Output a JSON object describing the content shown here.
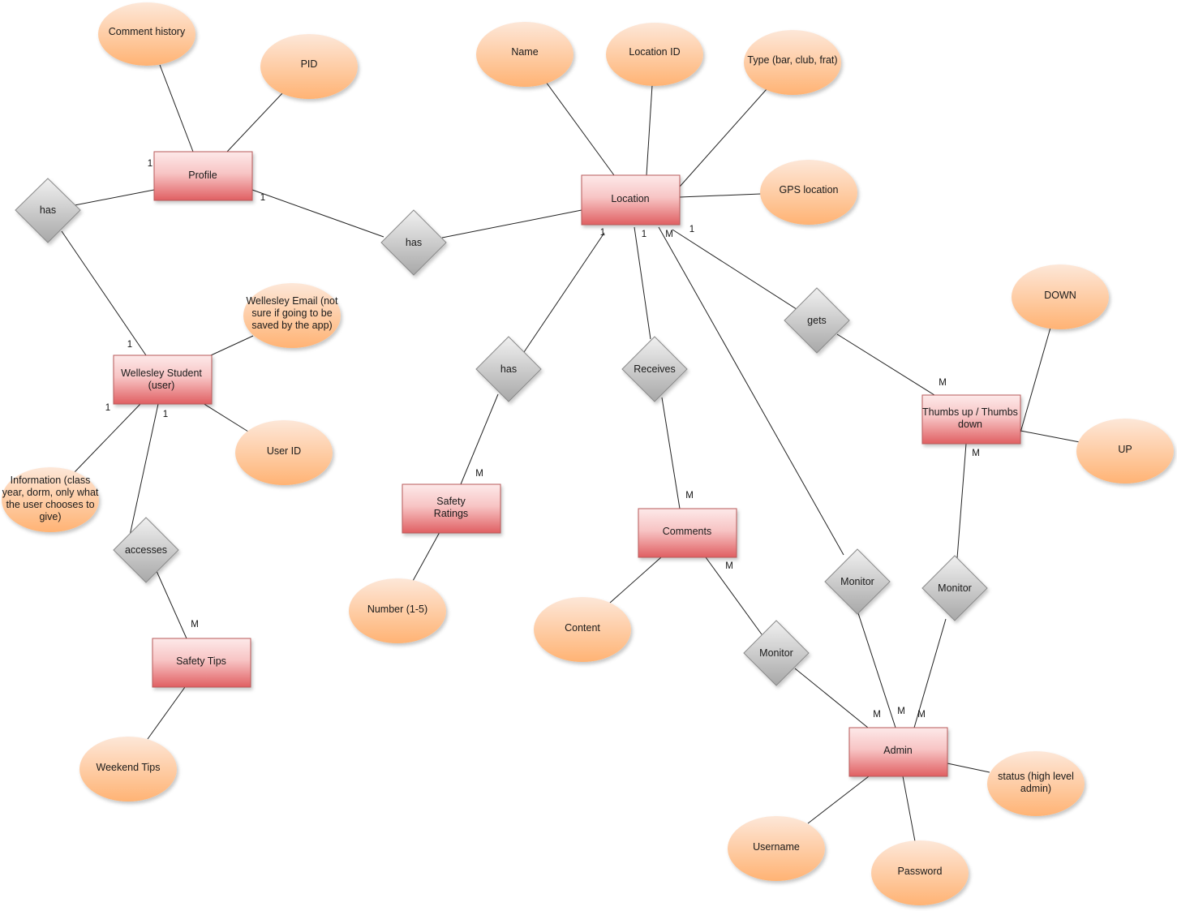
{
  "colors": {
    "entity_top": "#fde9e9",
    "entity_bottom": "#e05f62",
    "attribute_top": "#fde7d8",
    "attribute_bottom": "#ffb374",
    "relationship_top": "#f0f0f0",
    "relationship_bottom": "#a8a8a8",
    "line": "#222222"
  },
  "entities": {
    "profile": "Profile",
    "location": "Location",
    "student": [
      "Wellesley Student",
      "(user)"
    ],
    "safety_ratings": [
      "Safety",
      "Ratings"
    ],
    "comments": "Comments",
    "thumbs": [
      "Thumbs up / Thumbs",
      "down"
    ],
    "safety_tips": "Safety Tips",
    "admin": "Admin"
  },
  "attributes": {
    "comment_history": "Comment history",
    "pid": "PID",
    "name": "Name",
    "location_id": "Location ID",
    "type": "Type (bar, club, frat)",
    "gps": "GPS location",
    "email": [
      "Wellesley Email (not",
      "sure if going to be",
      "saved by the app)"
    ],
    "user_id": "User ID",
    "information": [
      "Information (class",
      "year, dorm, only what",
      "the user chooses to",
      "give)"
    ],
    "down": "DOWN",
    "up": "UP",
    "number": "Number (1-5)",
    "content": "Content",
    "weekend_tips": "Weekend Tips",
    "status": [
      "status (high level",
      "admin)"
    ],
    "username": "Username",
    "password": "Password"
  },
  "relationships": {
    "has_profile": "has",
    "has_location": "has",
    "has_ratings": "has",
    "receives": "Receives",
    "gets": "gets",
    "accesses": "accesses",
    "monitor_location": "Monitor",
    "monitor_thumbs": "Monitor",
    "monitor_comments": "Monitor"
  },
  "cardinalities": {
    "profile_has": "1",
    "profile_location": "1",
    "student_has": "1",
    "student_left": "1",
    "student_accesses": "1",
    "location_ratings": "1",
    "location_comments": "1",
    "location_admin": "M",
    "location_gets": "1",
    "thumbs_gets": "M",
    "thumbs_monitor": "M",
    "ratings_has": "M",
    "comments_receives": "M",
    "comments_monitor": "M",
    "tips_accesses": "M",
    "admin_comments": "M",
    "admin_location": "M",
    "admin_thumbs": "M"
  }
}
